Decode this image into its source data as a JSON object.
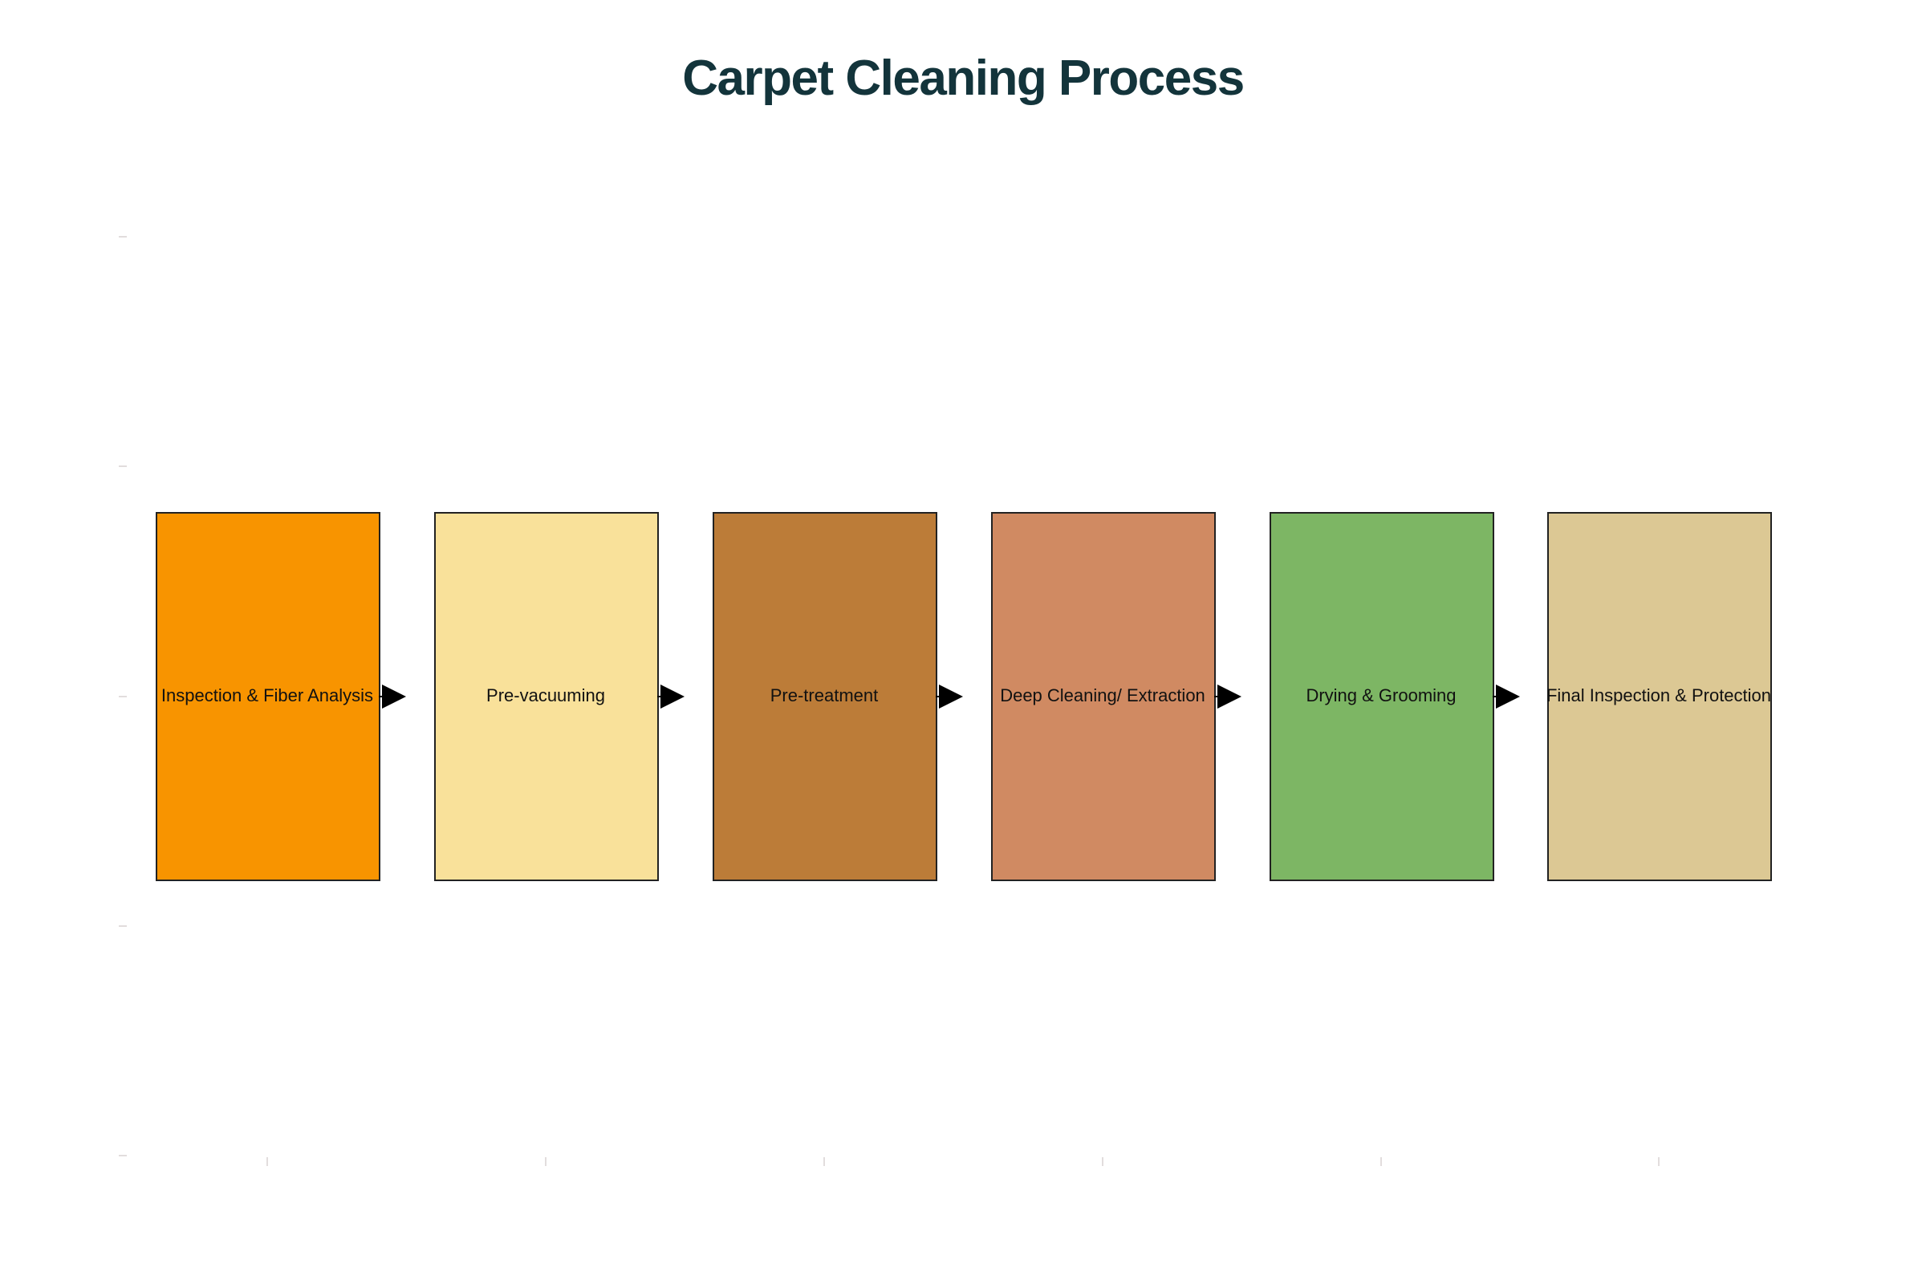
{
  "title": "Carpet Cleaning Process",
  "colors": {
    "title": "#13343b",
    "steps": [
      "#f89400",
      "#f9e19a",
      "#bc7c38",
      "#d08a62",
      "#7db664",
      "#dcc894"
    ],
    "border": "#222222",
    "arrow": "#000000",
    "tick": "#e2dddd"
  },
  "steps": [
    {
      "label": "Inspection & Fiber Analysis"
    },
    {
      "label": "Pre-vacuuming"
    },
    {
      "label": "Pre-treatment"
    },
    {
      "label": "Deep Cleaning/ Extraction"
    },
    {
      "label": "Drying & Grooming"
    },
    {
      "label": "Final Inspection & Protection"
    }
  ]
}
